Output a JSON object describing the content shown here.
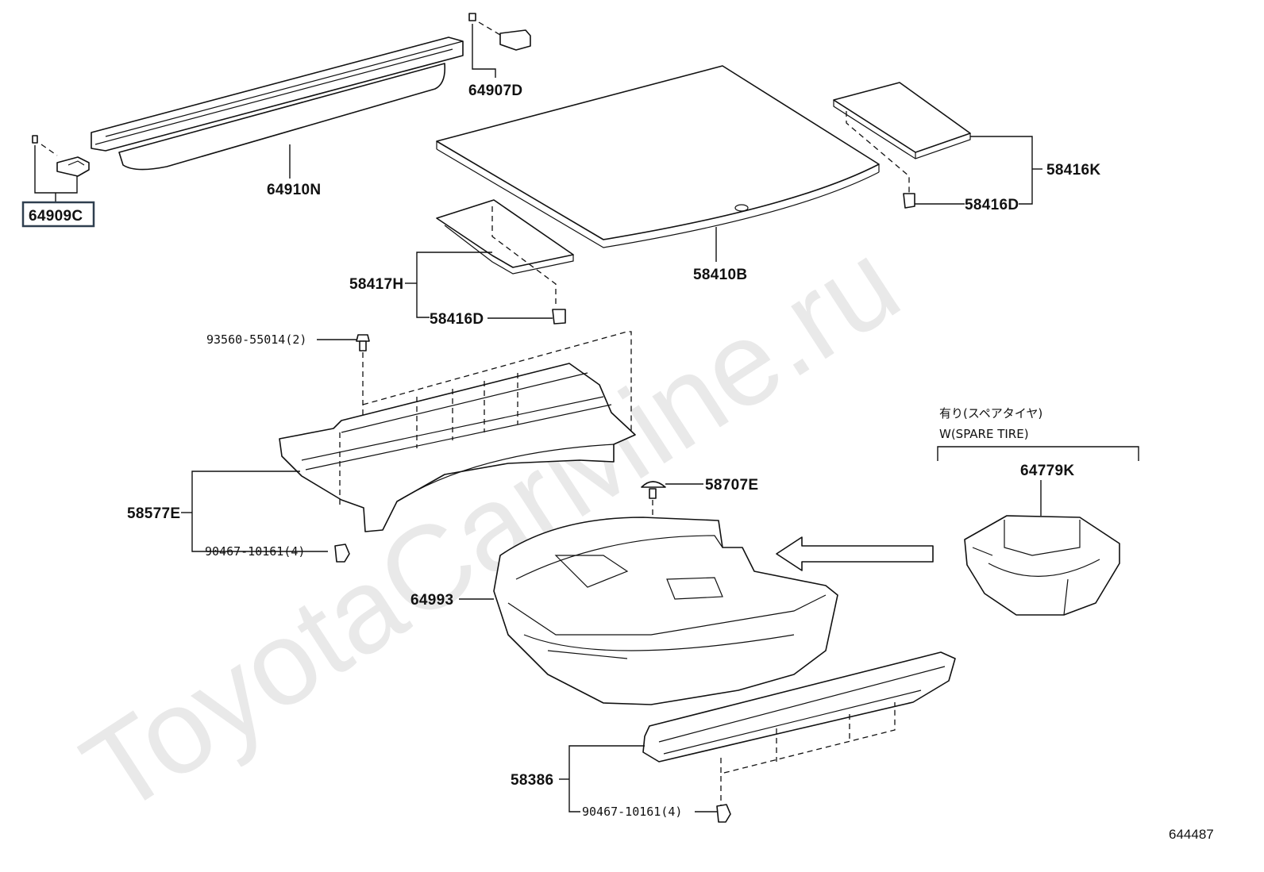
{
  "watermark": "ToyotaCarMine.ru",
  "diagram_number": "644487",
  "spare_tire_note": {
    "jp": "有り(スペアタイヤ)",
    "en": "W(SPARE TIRE)"
  },
  "parts": {
    "p64909C": "64909C",
    "p64910N": "64910N",
    "p64907D": "64907D",
    "p58410B": "58410B",
    "p58416K": "58416K",
    "p58416D_right": "58416D",
    "p58417H": "58417H",
    "p58416D_left": "58416D",
    "p93560": "93560-55014(2)",
    "p58577E": "58577E",
    "p90467_upper": "90467-10161(4)",
    "p58707E": "58707E",
    "p64993": "64993",
    "p64779K": "64779K",
    "p58386": "58386",
    "p90467_lower": "90467-10161(4)"
  },
  "highlighted_part": "64909C"
}
